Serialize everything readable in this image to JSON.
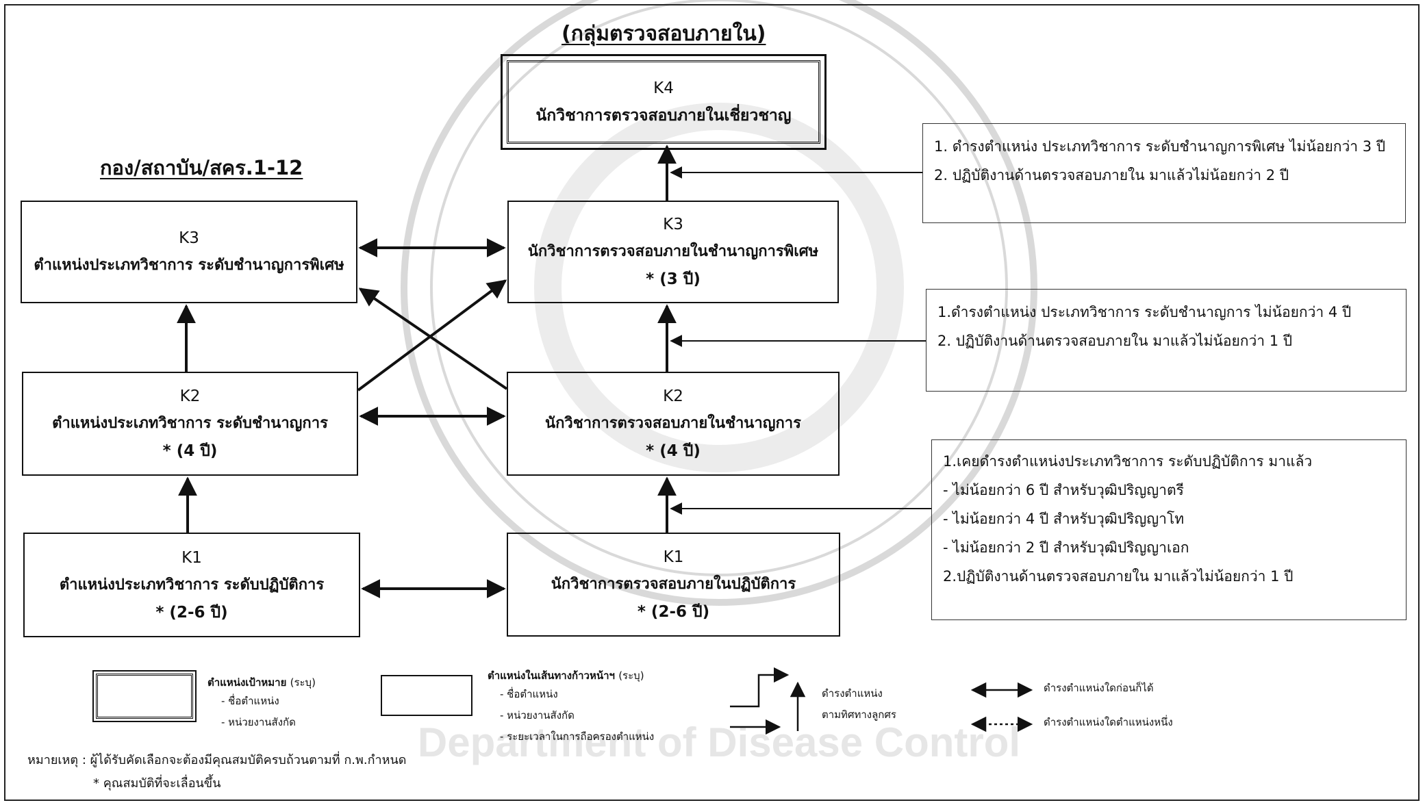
{
  "title_internal": "(กลุ่มตรวจสอบภายใน)",
  "title_left": "กอง/สถาบัน/สคร.1-12",
  "watermark_text": "Department of Disease Control",
  "right_column": {
    "k4": {
      "level": "K4",
      "name": "นักวิชาการตรวจสอบภายในเชี่ยวชาญ"
    },
    "k3": {
      "level": "K3",
      "name": "นักวิชาการตรวจสอบภายในชำนาญการพิเศษ",
      "duration": "* (3 ปี)"
    },
    "k2": {
      "level": "K2",
      "name": "นักวิชาการตรวจสอบภายในชำนาญการ",
      "duration": "* (4 ปี)"
    },
    "k1": {
      "level": "K1",
      "name": "นักวิชาการตรวจสอบภายในปฏิบัติการ",
      "duration": "* (2-6 ปี)"
    }
  },
  "left_column": {
    "k3": {
      "level": "K3",
      "name": "ตำแหน่งประเภทวิชาการ ระดับชำนาญการพิเศษ"
    },
    "k2": {
      "level": "K2",
      "name": "ตำแหน่งประเภทวิชาการ ระดับชำนาญการ",
      "duration": "* (4 ปี)"
    },
    "k1": {
      "level": "K1",
      "name": "ตำแหน่งประเภทวิชาการ ระดับปฏิบัติการ",
      "duration": "* (2-6 ปี)"
    }
  },
  "notes": {
    "to_k4": [
      "1. ดำรงตำแหน่ง ประเภทวิชาการ ระดับชำนาญการพิเศษ ไม่น้อยกว่า 3 ปี",
      "2. ปฏิบัติงานด้านตรวจสอบภายใน มาแล้วไม่น้อยกว่า 2 ปี"
    ],
    "to_k3": [
      "1.ดำรงตำแหน่ง ประเภทวิชาการ ระดับชำนาญการ ไม่น้อยกว่า 4 ปี",
      "2. ปฏิบัติงานด้านตรวจสอบภายใน มาแล้วไม่น้อยกว่า 1 ปี"
    ],
    "to_k2": [
      "1.เคยดำรงตำแหน่งประเภทวิชาการ ระดับปฏิบัติการ มาแล้ว",
      "- ไม่น้อยกว่า 6 ปี สำหรับวุฒิปริญญาตรี",
      "- ไม่น้อยกว่า 4 ปี สำหรับวุฒิปริญญาโท",
      "- ไม่น้อยกว่า 2 ปี สำหรับวุฒิปริญญาเอก",
      "2.ปฏิบัติงานด้านตรวจสอบภายใน มาแล้วไม่น้อยกว่า 1 ปี"
    ]
  },
  "legend": {
    "target": {
      "title": "ตำแหน่งเป้าหมาย",
      "hint": "(ระบุ)",
      "items": [
        "- ชื่อตำแหน่ง",
        "- หน่วยงานสังกัด"
      ]
    },
    "path": {
      "title": "ตำแหน่งในเส้นทางก้าวหน้าฯ",
      "hint": "(ระบุ)",
      "items": [
        "- ชื่อตำแหน่ง",
        "- หน่วยงานสังกัด",
        "- ระยะเวลาในการถือครองตำแหน่ง"
      ]
    },
    "arrow_direction": [
      "ดำรงตำแหน่ง",
      "ตามทิศทางลูกศร"
    ],
    "double_arrow": "ดำรงตำแหน่งใดก่อนก็ได้",
    "dotted_arrow": "ดำรงตำแหน่งใดตำแหน่งหนึ่ง"
  },
  "remarks": {
    "line1": "หมายเหตุ : ผู้ได้รับคัดเลือกจะต้องมีคุณสมบัติครบถ้วนตามที่ ก.พ.กำหนด",
    "line2": "* คุณสมบัติที่จะเลื่อนขึ้น"
  }
}
